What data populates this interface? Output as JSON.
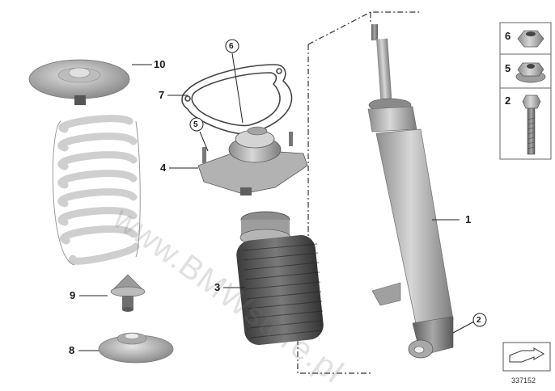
{
  "diagram": {
    "parts": [
      {
        "id": "part-1",
        "label": "1",
        "name": "shock-absorber"
      },
      {
        "id": "part-2",
        "label": "2",
        "name": "hex-bolt"
      },
      {
        "id": "part-3",
        "label": "3",
        "name": "dust-boot"
      },
      {
        "id": "part-4",
        "label": "4",
        "name": "strut-mount"
      },
      {
        "id": "part-5",
        "label": "5",
        "name": "hex-nut-flanged"
      },
      {
        "id": "part-6",
        "label": "6",
        "name": "hex-nut"
      },
      {
        "id": "part-7",
        "label": "7",
        "name": "gasket"
      },
      {
        "id": "part-8",
        "label": "8",
        "name": "lower-spring-pad"
      },
      {
        "id": "part-9",
        "label": "9",
        "name": "bump-stop"
      },
      {
        "id": "part-10",
        "label": "10",
        "name": "upper-spring-seat"
      }
    ],
    "callouts": {
      "c1": "1",
      "c2": "2",
      "c3": "3",
      "c4": "4",
      "c5": "5",
      "c6": "6",
      "c7": "7",
      "c8": "8",
      "c9": "9",
      "c10": "10"
    },
    "legend": {
      "n6": "6",
      "n5": "5",
      "n2": "2"
    },
    "reference_number": "337152",
    "watermark": "www.BMWstore.pl"
  }
}
